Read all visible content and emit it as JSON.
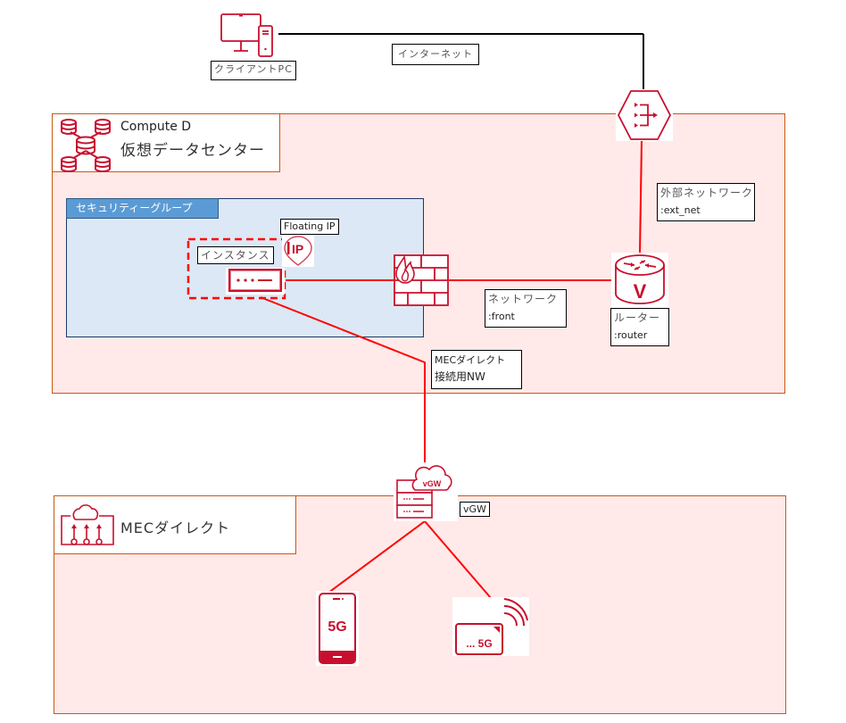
{
  "colors": {
    "accent": "#c8102e",
    "line_red": "#ff0000",
    "line_black": "#000000",
    "region_fill": "#ffe9e9",
    "region_border": "#c55a11",
    "security_group_fill": "#dce8f5",
    "security_group_header": "#5b9bd5"
  },
  "client": {
    "icon": "desktop-pc-icon",
    "label": "クライアントPC"
  },
  "internet": {
    "label": "インターネット"
  },
  "gateway": {
    "icon": "internet-gateway-icon"
  },
  "compute": {
    "icon": "database-cluster-icon",
    "title_en": "Compute D",
    "title_ja": "仮想データセンター"
  },
  "external_network": {
    "line1": "外部ネットワーク",
    "line2": ":ext_net"
  },
  "security_group": {
    "label": "セキュリティーグループ"
  },
  "floating_ip": {
    "label": "Floating IP",
    "icon_text": "IP"
  },
  "instance": {
    "label": "インスタンス",
    "icon": "server-instance-icon"
  },
  "firewall": {
    "icon": "firewall-icon"
  },
  "front_network": {
    "line1": "ネットワーク",
    "line2": ":front"
  },
  "router": {
    "icon_text": "V",
    "line1": "ルーター",
    "line2": ":router"
  },
  "mec_network": {
    "line1": "MECダイレクト",
    "line2": "接続用NW"
  },
  "vgw": {
    "icon_text": "vGW",
    "label": "vGW"
  },
  "mec": {
    "icon": "mec-cloud-icon",
    "title": "MECダイレクト"
  },
  "devices": [
    {
      "name": "5g-smartphone",
      "text": "5G"
    },
    {
      "name": "5g-router-device",
      "text": "... 5G"
    }
  ]
}
